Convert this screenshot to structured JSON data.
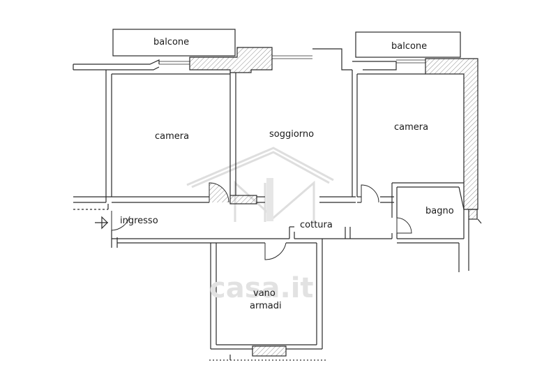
{
  "rooms": {
    "balcone_left": "balcone",
    "balcone_right": "balcone",
    "camera_left": "camera",
    "soggiorno": "soggiorno",
    "camera_right": "camera",
    "bagno": "bagno",
    "ingresso": "ingresso",
    "cottura": "cottura",
    "vano": "vano",
    "armadi": "armadi"
  },
  "watermark": {
    "text": "casa.it"
  },
  "colors": {
    "wall": "#2a2a2a",
    "hatch": "#8a8a8a",
    "watermark": "#e2e2e2"
  }
}
